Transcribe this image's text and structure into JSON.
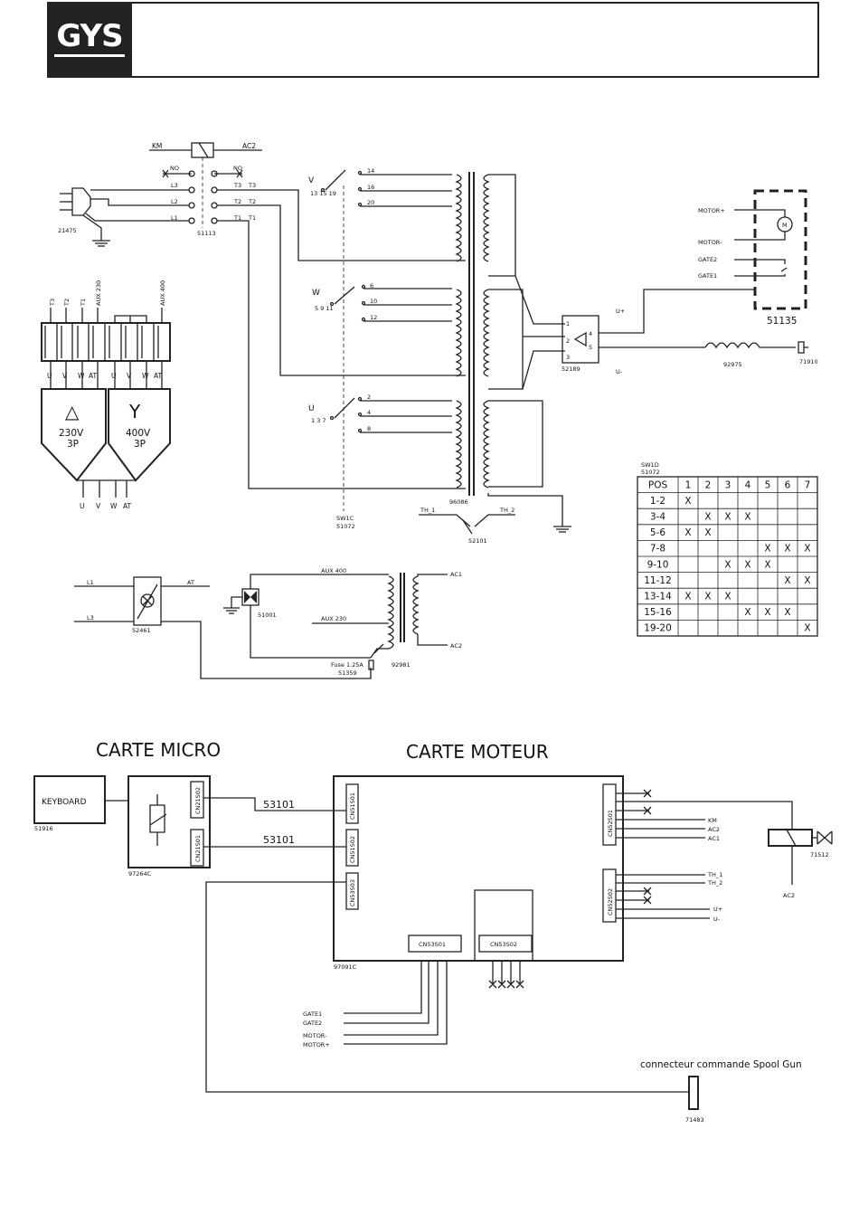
{
  "brand": {
    "logo_text": "GYS"
  },
  "mains": {
    "contactor": {
      "coil_left": "KM",
      "coil_right": "AC2",
      "no_left": "NO",
      "no_right": "NO",
      "id": "51113",
      "lines_in": [
        "L3",
        "L2",
        "L1"
      ],
      "lines_out": [
        [
          "T3",
          "T3"
        ],
        [
          "T2",
          "T2"
        ],
        [
          "T1",
          "T1"
        ]
      ]
    },
    "plug_id": "21475"
  },
  "switches": {
    "v": {
      "label": "V",
      "pins": "13 15 19",
      "taps": [
        "14",
        "16",
        "20"
      ]
    },
    "w": {
      "label": "W",
      "pins": "5  9  11",
      "taps": [
        "6",
        "10",
        "12"
      ]
    },
    "u": {
      "label": "U",
      "pins": "1  3  7",
      "taps": [
        "2",
        "4",
        "8"
      ]
    },
    "sw1c": {
      "name": "SW1C",
      "id": "51072"
    }
  },
  "transformer": {
    "id": "96086"
  },
  "thermal": {
    "left": "TH_1",
    "right": "TH_2",
    "id": "52101"
  },
  "bridge": {
    "id": "52189",
    "pins": [
      "1",
      "2",
      "3",
      "4",
      "5"
    ],
    "uplus": "U+",
    "uminus": "U-"
  },
  "choke": {
    "id": "92975"
  },
  "output_connector": {
    "id": "71910"
  },
  "motor_box": {
    "id": "51135",
    "labels": [
      "MOTOR+",
      "MOTOR-",
      "GATE2",
      "GATE1"
    ],
    "motor": "M"
  },
  "terminal_block": {
    "top_labels": [
      "T3",
      "T2",
      "T1",
      "AUX 230",
      "AUX 400"
    ],
    "bottom_labels": [
      "U",
      "V",
      "W",
      "AT",
      "U",
      "V",
      "W",
      "AT"
    ],
    "left_box": {
      "symbol": "△",
      "voltage": "230V",
      "phase": "3P"
    },
    "right_box": {
      "symbol": "Y",
      "voltage": "400V",
      "phase": "3P"
    },
    "out_labels": [
      "U",
      "V",
      "W",
      "AT"
    ]
  },
  "sw1d": {
    "name": "SW1D",
    "id": "51072",
    "header": [
      "POS",
      "1",
      "2",
      "3",
      "4",
      "5",
      "6",
      "7"
    ],
    "rows": [
      [
        "1-2",
        "X",
        "",
        "",
        "",
        "",
        "",
        ""
      ],
      [
        "3-4",
        "",
        "X",
        "X",
        "X",
        "",
        "",
        ""
      ],
      [
        "5-6",
        "X",
        "X",
        "",
        "",
        "",
        "",
        ""
      ],
      [
        "7-8",
        "",
        "",
        "",
        "",
        "X",
        "X",
        "X"
      ],
      [
        "9-10",
        "",
        "",
        "X",
        "X",
        "X",
        "",
        ""
      ],
      [
        "11-12",
        "",
        "",
        "",
        "",
        "",
        "X",
        "X"
      ],
      [
        "13-14",
        "X",
        "X",
        "X",
        "",
        "",
        "",
        ""
      ],
      [
        "15-16",
        "",
        "",
        "",
        "X",
        "X",
        "X",
        ""
      ],
      [
        "19-20",
        "",
        "",
        "",
        "",
        "",
        "",
        "X"
      ]
    ]
  },
  "aux": {
    "l1": "L1",
    "at": "AT",
    "l3": "L3",
    "lamp_switch_id": "52461",
    "fan_id": "51001",
    "aux400": "AUX 400",
    "aux230": "AUX 230",
    "ac1": "AC1",
    "ac2": "AC2",
    "fuse": "Fuse 1.25A",
    "fuse_id": "51359",
    "trafo_id": "92981"
  },
  "boards": {
    "carte_micro": "CARTE  MICRO",
    "carte_moteur": "CARTE  MOTEUR",
    "keyboard": {
      "label": "KEYBOARD",
      "id": "51916"
    },
    "micro_id": "97264C",
    "micro_connectors": [
      "CN21S02",
      "CN21S01"
    ],
    "cables": [
      "53101",
      "53101"
    ],
    "moteur_id": "97091C",
    "moteur_left_connectors": [
      "CN51S01",
      "CN51S02",
      "CN53S03"
    ],
    "moteur_right_connectors": [
      "CN52S01",
      "CN52S02"
    ],
    "moteur_bottom_connectors": [
      "CN53S01",
      "CN53S02"
    ],
    "right_signals_1": [
      "KM",
      "AC2",
      "AC1"
    ],
    "right_signals_2": [
      "TH_1",
      "TH_2",
      "U+",
      "U-"
    ],
    "valve": {
      "id": "71512",
      "ac2": "AC2"
    },
    "bottom_signals": [
      "GATE1",
      "GATE2",
      "MOTOR-",
      "MOTOR+"
    ],
    "spool_gun": {
      "label": "connecteur  commande  Spool  Gun",
      "id": "71483"
    }
  }
}
